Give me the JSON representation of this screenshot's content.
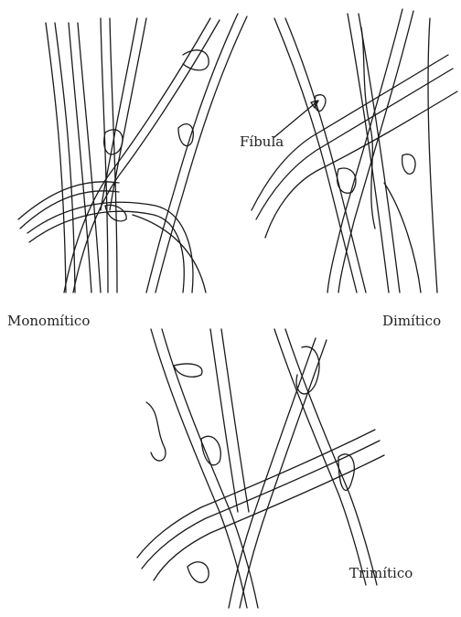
{
  "labels": {
    "monomitico": "Monomítico",
    "dimitico": "Dimítico",
    "trimitico": "Trimítico",
    "fibula": "Fíbula"
  }
}
